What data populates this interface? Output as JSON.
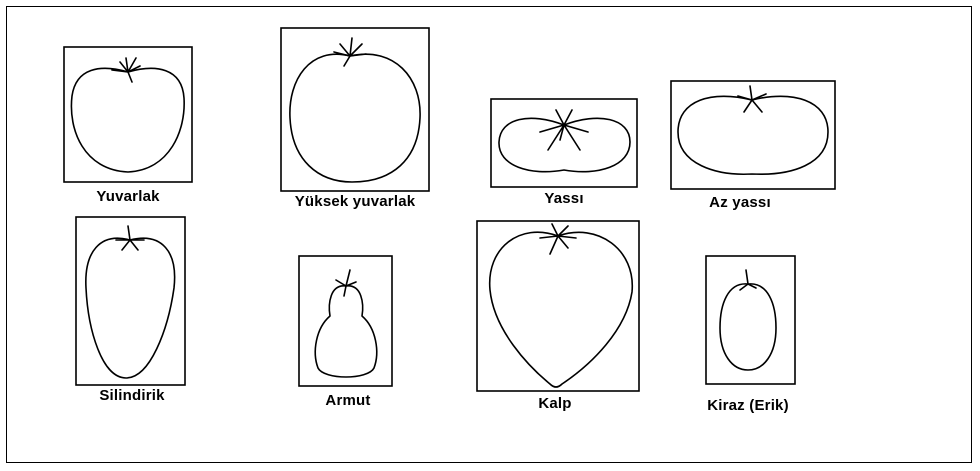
{
  "shapes": [
    {
      "id": "yuvarlak",
      "label": "Yuvarlak"
    },
    {
      "id": "yuksek-yuvarlak",
      "label": "Yüksek yuvarlak"
    },
    {
      "id": "yassi",
      "label": "Yassı"
    },
    {
      "id": "az-yassi",
      "label": "Az yassı"
    },
    {
      "id": "silindirik",
      "label": "Silindirik"
    },
    {
      "id": "armut",
      "label": "Armut"
    },
    {
      "id": "kalp",
      "label": "Kalp"
    },
    {
      "id": "kiraz-erik",
      "label": "Kiraz (Erik)"
    }
  ]
}
